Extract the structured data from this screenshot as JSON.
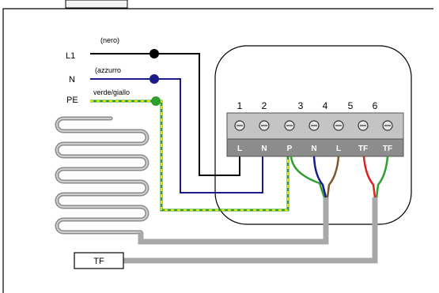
{
  "wires": {
    "l1": {
      "label": "L1",
      "color_note": "(nero)",
      "color": "#000000"
    },
    "n": {
      "label": "N",
      "color_note": "(azzurro",
      "color": "#1a1a8c"
    },
    "pe": {
      "label": "PE",
      "color_note": "verde/giallo",
      "colors": [
        "#2e9e2e",
        "#e8e000"
      ]
    }
  },
  "terminals": {
    "numbers": [
      "1",
      "2",
      "3",
      "4",
      "5",
      "6"
    ],
    "labels": [
      "L",
      "N",
      "P",
      "N",
      "L",
      "TF",
      "TF"
    ]
  },
  "sensor": {
    "label": "TF"
  },
  "colors": {
    "cable": "#a8a8a8",
    "terminal_block": "#c4c4c4",
    "label_strip": "#8c8c8c",
    "red": "#e02020",
    "green": "#2e9e2e",
    "blue": "#1a1a8c",
    "brown": "#7a5a2a"
  }
}
